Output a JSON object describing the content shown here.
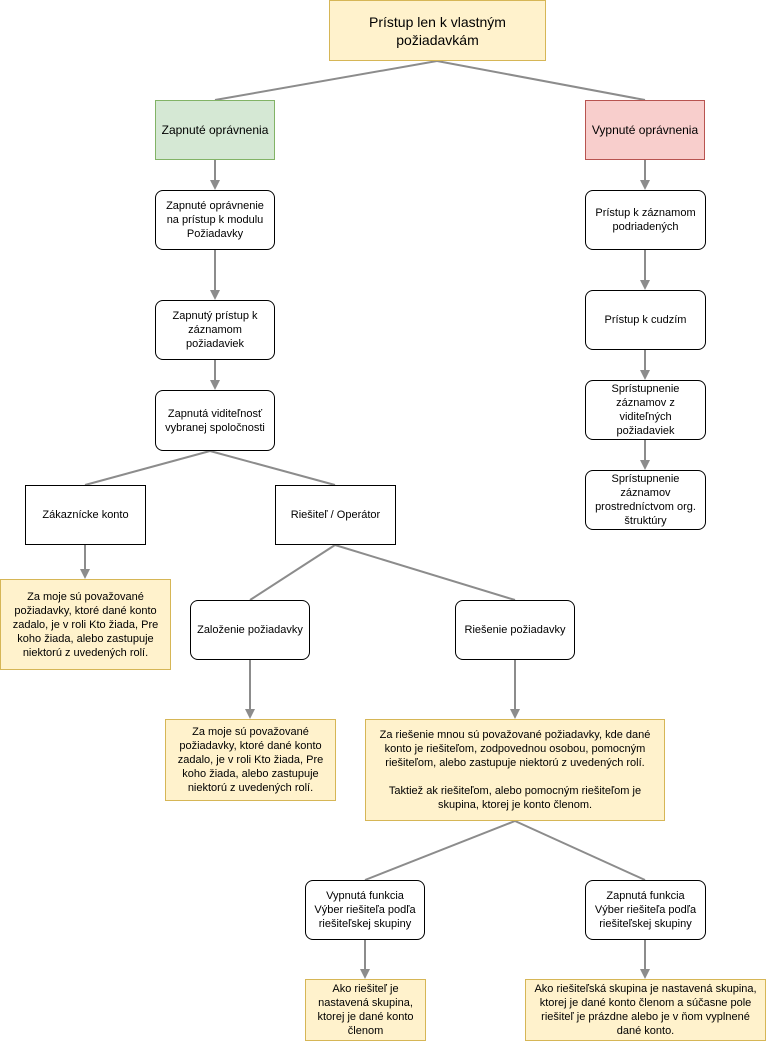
{
  "colors": {
    "edge": "#8c8c8c",
    "note_fill": "#fff2cc",
    "note_border": "#d6b656",
    "green_fill": "#d5e8d4",
    "green_border": "#82b366",
    "red_fill": "#f8cecc",
    "red_border": "#b85450"
  },
  "nodes": {
    "root": "Prístup len k vlastným požiadavkám",
    "enabled": "Zapnuté oprávnenia",
    "disabled": "Vypnuté oprávnenia",
    "module_access": "Zapnuté oprávnenie na prístup k modulu Požiadavky",
    "records_access": "Zapnutý prístup k záznamom požiadaviek",
    "company_visibility": "Zapnutá viditeľnosť vybranej spoločnosti",
    "customer_account": "Zákaznícke konto",
    "solver_operator": "Riešiteľ / Operátor",
    "customer_note": "Za moje sú považované požiadavky, ktoré dané konto zadalo, je v roli Kto žiada, Pre koho žiada, alebo zastupuje niektorú z uvedených rolí.",
    "creation": "Založenie požiadavky",
    "resolution": "Riešenie požiadavky",
    "creation_note": "Za moje sú považované požiadavky, ktoré dané konto zadalo, je v roli Kto žiada, Pre koho žiada, alebo zastupuje niektorú z uvedených rolí.",
    "resolution_note": "Za riešenie mnou sú považované požiadavky, kde dané konto je riešiteľom, zodpovednou osobou, pomocným riešiteľom, alebo zastupuje niektorú z uvedených rolí.\n\nTaktiež ak riešiteľom, alebo pomocným riešiteľom je skupina, ktorej je konto členom.",
    "func_off": "Vypnutá funkcia Výber riešiteľa podľa riešiteľskej skupiny",
    "func_on": "Zapnutá funkcia Výber riešiteľa podľa riešiteľskej skupiny",
    "func_off_note": "Ako riešiteľ je nastavená skupina, ktorej je dané konto členom",
    "func_on_note": "Ako riešiteľská skupina je nastavená skupina, ktorej je dané konto členom a súčasne pole riešiteľ je prázdne alebo je v ňom vyplnené dané konto.",
    "subordinates": "Prístup k  záznamom podriadených",
    "foreign": "Prístup k cudzím",
    "visible_requests": "Sprístupnenie záznamov z viditeľných požiadaviek",
    "org_structure": "Sprístupnenie záznamov prostredníctvom org. štruktúry"
  }
}
